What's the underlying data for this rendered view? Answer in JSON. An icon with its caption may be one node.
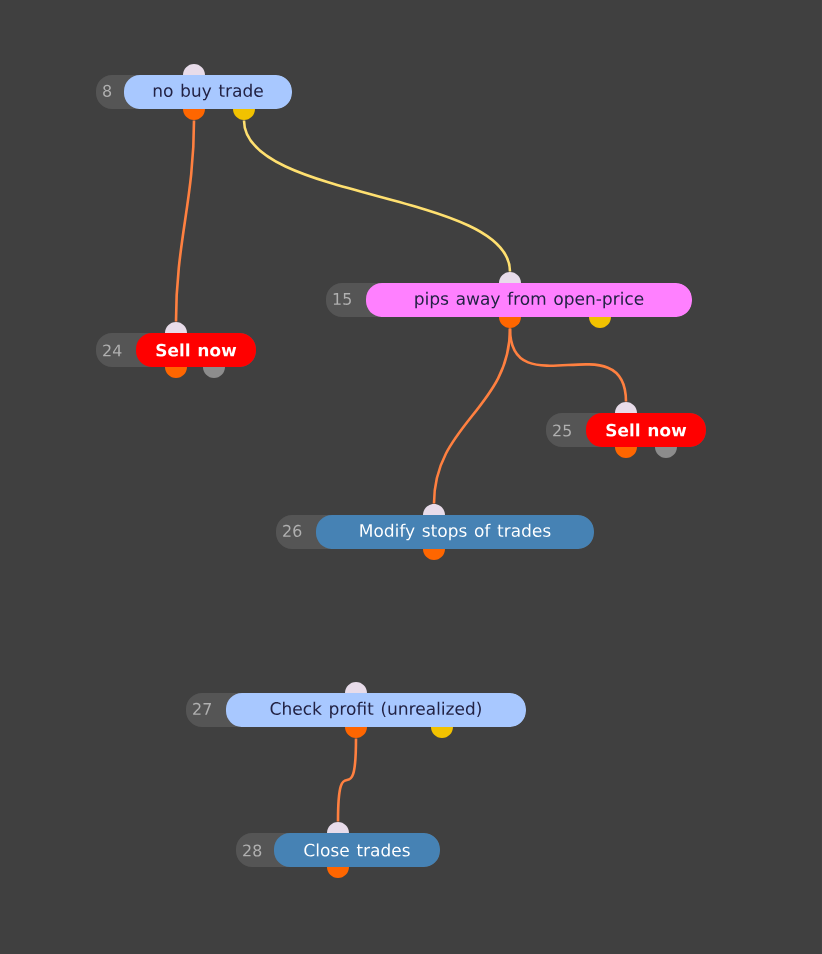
{
  "diagram": {
    "nodes": [
      {
        "text": [
          "8",
          "no buy trade"
        ]
      },
      {
        "text": [
          "24",
          "Sell now"
        ]
      },
      {
        "text": [
          "15",
          "pips away from open-price"
        ]
      },
      {
        "text": [
          "25",
          "Sell now"
        ]
      },
      {
        "text": [
          "26",
          "Modify stops of trades"
        ]
      },
      {
        "text": [
          "27",
          "Check profit (unrealized)"
        ]
      },
      {
        "text": [
          "28",
          "Close trades"
        ]
      }
    ],
    "edges": [
      {
        "from": 0,
        "to": 1,
        "arrow": "none"
      },
      {
        "from": 0,
        "to": 2,
        "arrow": "none",
        "color": "#ffe070"
      },
      {
        "from": 2,
        "to": 4,
        "arrow": "none"
      },
      {
        "from": 2,
        "to": 3,
        "arrow": "none"
      },
      {
        "from": 5,
        "to": 6,
        "arrow": "none"
      }
    ]
  }
}
